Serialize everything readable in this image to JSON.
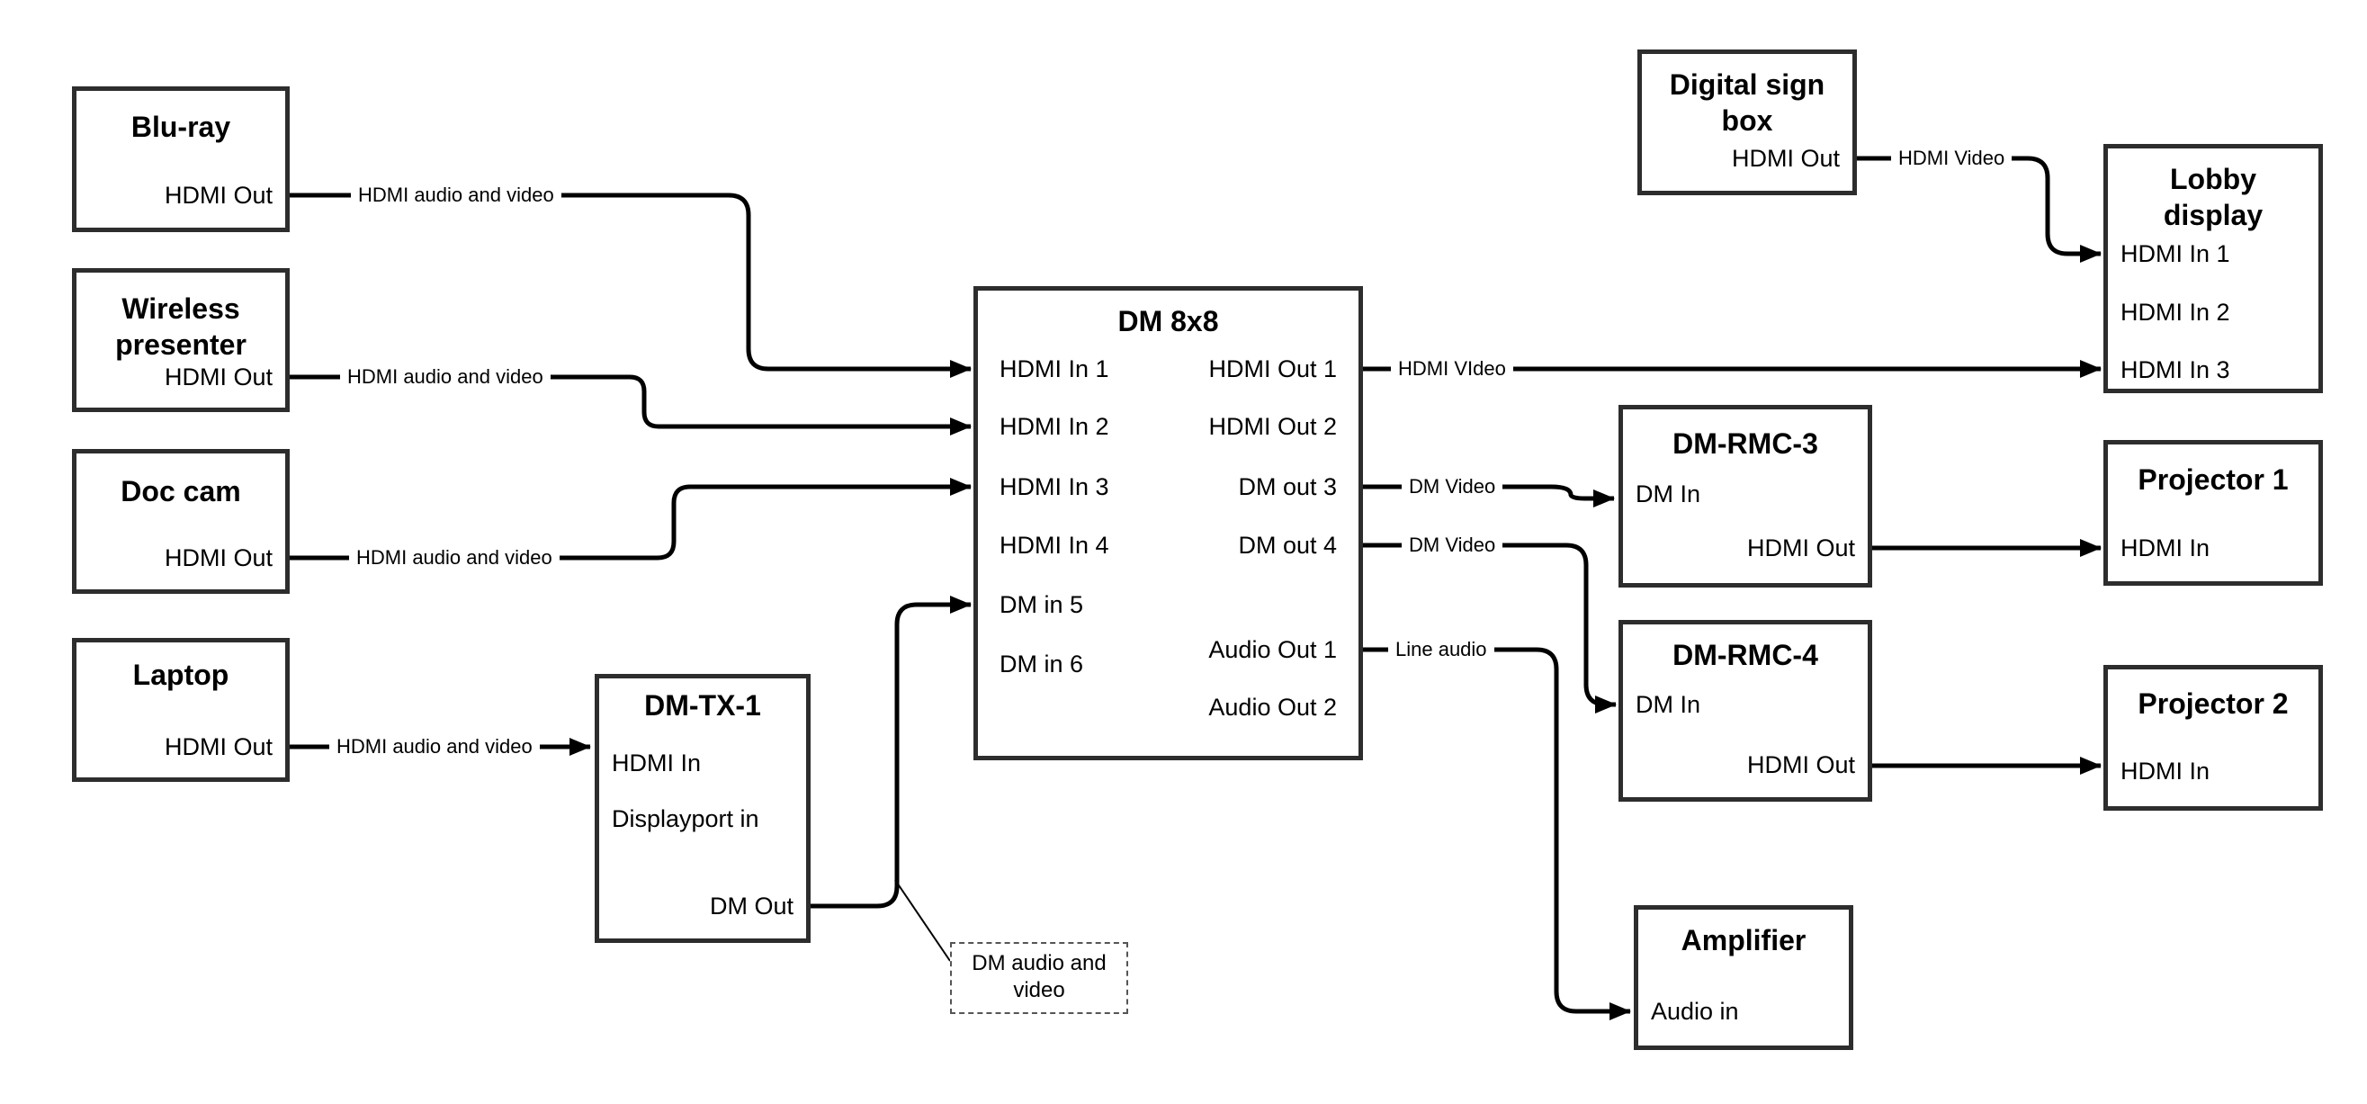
{
  "nodes": {
    "bluray": {
      "title": "Blu-ray",
      "port_out": "HDMI Out"
    },
    "wireless_presenter": {
      "title": "Wireless\npresenter",
      "port_out": "HDMI Out"
    },
    "doc_cam": {
      "title": "Doc cam",
      "port_out": "HDMI Out"
    },
    "laptop": {
      "title": "Laptop",
      "port_out": "HDMI Out"
    },
    "dm_tx_1": {
      "title": "DM-TX-1",
      "port_hdmi_in": "HDMI In",
      "port_displayport_in": "Displayport in",
      "port_dm_out": "DM Out"
    },
    "dm_8x8": {
      "title": "DM 8x8",
      "inputs": [
        "HDMI In 1",
        "HDMI In 2",
        "HDMI In 3",
        "HDMI In 4",
        "DM in 5",
        "DM in 6"
      ],
      "outputs": [
        "HDMI Out 1",
        "HDMI Out 2",
        "DM out 3",
        "DM out 4",
        "Audio Out 1",
        "Audio Out 2"
      ]
    },
    "digital_sign_box": {
      "title": "Digital sign\nbox",
      "port_out": "HDMI Out"
    },
    "lobby_display": {
      "title": "Lobby\ndisplay",
      "inputs": [
        "HDMI In 1",
        "HDMI In 2",
        "HDMI In 3"
      ]
    },
    "dm_rmc_3": {
      "title": "DM-RMC-3",
      "port_in": "DM In",
      "port_out": "HDMI Out"
    },
    "projector_1": {
      "title": "Projector 1",
      "port_in": "HDMI In"
    },
    "dm_rmc_4": {
      "title": "DM-RMC-4",
      "port_in": "DM In",
      "port_out": "HDMI Out"
    },
    "projector_2": {
      "title": "Projector 2",
      "port_in": "HDMI In"
    },
    "amplifier": {
      "title": "Amplifier",
      "port_in": "Audio in"
    }
  },
  "wire_labels": {
    "bluray_hdmi": "HDMI audio and video",
    "wireless_hdmi": "HDMI audio and video",
    "doccam_hdmi": "HDMI audio and video",
    "laptop_hdmi": "HDMI audio and video",
    "hdmi_out1": "HDMI VIdeo",
    "digital_sign": "HDMI Video",
    "dm_out3": "DM Video",
    "dm_out4": "DM Video",
    "audio_out1": "Line audio",
    "dm_callout": "DM audio and\nvideo"
  },
  "colors": {
    "wire": "#000000",
    "border": "#2d2d2d",
    "text": "#000000",
    "background": "#ffffff"
  }
}
